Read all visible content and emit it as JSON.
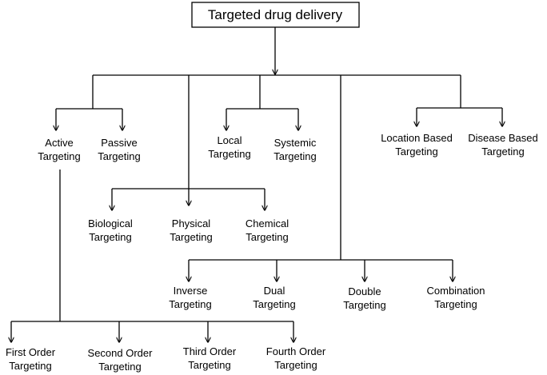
{
  "title": "Targeted drug delivery",
  "nodes": {
    "active": [
      "Active",
      "Targeting"
    ],
    "passive": [
      "Passive",
      "Targeting"
    ],
    "local": [
      "Local",
      "Targeting"
    ],
    "systemic": [
      "Systemic",
      "Targeting"
    ],
    "location_based": [
      "Location Based",
      "Targeting"
    ],
    "disease_based": [
      "Disease Based",
      "Targeting"
    ],
    "biological": [
      "Biological",
      "Targeting"
    ],
    "physical": [
      "Physical",
      "Targeting"
    ],
    "chemical": [
      "Chemical",
      "Targeting"
    ],
    "inverse": [
      "Inverse",
      "Targeting"
    ],
    "dual": [
      "Dual",
      "Targeting"
    ],
    "double": [
      "Double",
      "Targeting"
    ],
    "combination": [
      "Combination",
      "Targeting"
    ],
    "first_order": [
      "First Order",
      "Targeting"
    ],
    "second_order": [
      "Second Order",
      "Targeting"
    ],
    "third_order": [
      "Third Order",
      "Targeting"
    ],
    "fourth_order": [
      "Fourth Order",
      "Targeting"
    ]
  }
}
